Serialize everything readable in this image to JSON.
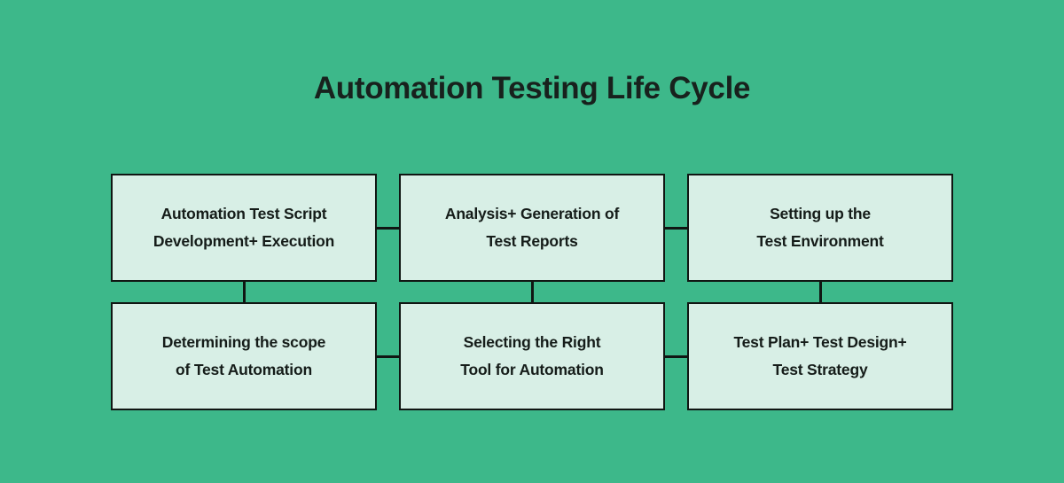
{
  "page": {
    "title": "Automation Testing Life Cycle",
    "background_color": "#3db88a",
    "box_fill_color": "#d8efe6",
    "box_border_color": "#101613",
    "title_color": "#18211d"
  },
  "diagram": {
    "type": "flowchart-grid",
    "rows": 2,
    "columns": 3,
    "boxes": [
      {
        "id": "automation-test-script",
        "label": "Automation Test Script\nDevelopment+ Execution",
        "row": 1,
        "column": 1
      },
      {
        "id": "analysis-generation-test-reports",
        "label": "Analysis+ Generation of\nTest Reports",
        "row": 1,
        "column": 2
      },
      {
        "id": "setting-up-test-environment",
        "label": "Setting up the\nTest Environment",
        "row": 1,
        "column": 3
      },
      {
        "id": "determining-scope-test-automation",
        "label": "Determining the scope\nof Test Automation",
        "row": 2,
        "column": 1
      },
      {
        "id": "selecting-right-tool-automation",
        "label": "Selecting the Right\nTool for Automation",
        "row": 2,
        "column": 2
      },
      {
        "id": "test-plan-design-strategy",
        "label": "Test Plan+ Test Design+\nTest Strategy",
        "row": 2,
        "column": 3
      }
    ],
    "connectors": [
      {
        "id": "top-col1-col2",
        "orientation": "horizontal"
      },
      {
        "id": "top-col2-col3",
        "orientation": "horizontal"
      },
      {
        "id": "bottom-col1-col2",
        "orientation": "horizontal"
      },
      {
        "id": "bottom-col2-col3",
        "orientation": "horizontal"
      },
      {
        "id": "col1-row1-row2",
        "orientation": "vertical"
      },
      {
        "id": "col2-row1-row2",
        "orientation": "vertical"
      },
      {
        "id": "col3-row1-row2",
        "orientation": "vertical"
      }
    ]
  }
}
